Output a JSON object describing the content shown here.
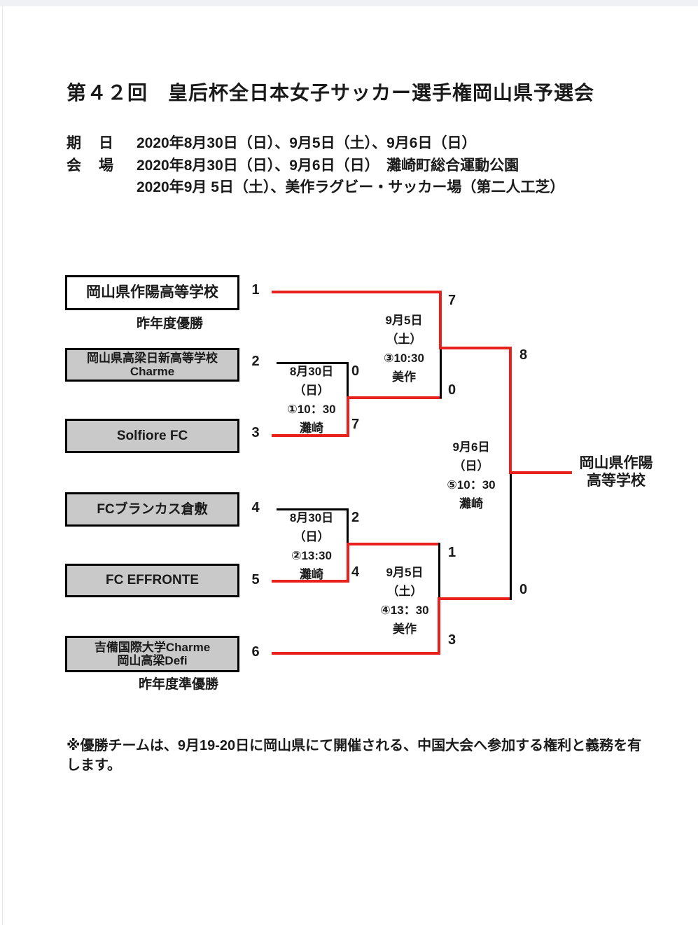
{
  "header": {
    "title": "第４２回　皇后杯全日本女子サッカー選手権岡山県予選会",
    "date_label": "期　日",
    "date_value": "2020年8月30日（日）、9月5日（土）、9月6日（日）",
    "venue_label": "会　場",
    "venue_value_1": "2020年8月30日（日）、9月6日（日）　灘崎町総合運動公園",
    "venue_value_2": "2020年9月 5日（土）、美作ラグビー・サッカー場（第二人工芝）"
  },
  "bracket": {
    "teams": [
      {
        "seed": "1",
        "name_lines": [
          "岡山県作陽高等学校"
        ],
        "annotation": "昨年度優勝"
      },
      {
        "seed": "2",
        "name_lines": [
          "岡山県高梁日新高等学校Charme"
        ],
        "annotation": ""
      },
      {
        "seed": "3",
        "name_lines": [
          "Solfiore FC"
        ],
        "annotation": ""
      },
      {
        "seed": "4",
        "name_lines": [
          "FCブランカス倉敷"
        ],
        "annotation": ""
      },
      {
        "seed": "5",
        "name_lines": [
          "FC EFFRONTE"
        ],
        "annotation": ""
      },
      {
        "seed": "6",
        "name_lines": [
          "吉備国際大学Charme",
          "岡山高梁Defi"
        ],
        "annotation": "昨年度準優勝"
      }
    ],
    "matches": [
      {
        "date": "8月30日",
        "day": "（日）",
        "time": "①10：30",
        "venue": "灘崎",
        "score_top": "0",
        "score_bottom": "7"
      },
      {
        "date": "8月30日",
        "day": "（日）",
        "time": "②13:30",
        "venue": "灘崎",
        "score_top": "2",
        "score_bottom": "4"
      },
      {
        "date": "9月5日",
        "day": "（土）",
        "time": "③10:30",
        "venue": "美作",
        "score_top": "7",
        "score_bottom": "0"
      },
      {
        "date": "9月5日",
        "day": "（土）",
        "time": "④13：30",
        "venue": "美作",
        "score_top": "1",
        "score_bottom": "3"
      },
      {
        "date": "9月6日",
        "day": "（日）",
        "time": "⑤10：30",
        "venue": "灘崎",
        "score_top": "8",
        "score_bottom": "0"
      }
    ],
    "champion": {
      "line1": "岡山県作陽",
      "line2": "高等学校"
    }
  },
  "note": {
    "line1": "※優勝チームは、9月19-20日に岡山県にて開催される、中国大会へ参加する権利と義務を有",
    "line2": "します。"
  },
  "colors": {
    "winner_path": "#e8211d",
    "team_box_fill": "#c9c9c9",
    "top_strip": "#eff1f5"
  }
}
